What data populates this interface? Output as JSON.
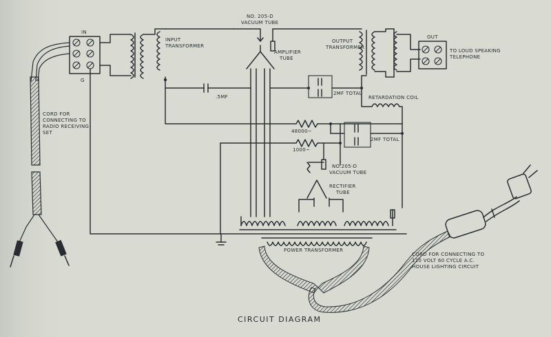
{
  "labels": {
    "vacuum_tube_top_1": "NO. 205-D",
    "vacuum_tube_top_2": "VACUUM TUBE",
    "in": "IN",
    "out": "OUT",
    "input_transformer_1": "INPUT",
    "input_transformer_2": "TRANSFORMER",
    "output_transformer_1": "OUTPUT",
    "output_transformer_2": "TRANSFORMER",
    "amplifier_tube_1": "AMPLIFIER",
    "amplifier_tube_2": "TUBE",
    "loud_speaker_1": "TO LOUD SPEAKING",
    "loud_speaker_2": "TELEPHONE",
    "cap_5mf": ".5MF",
    "cap_2mf_a": "2MF TOTAL",
    "retardation_coil": "RETARDATION COIL",
    "res_48000": "48000~",
    "res_1000": "1000~",
    "cap_2mf_b": "2MF TOTAL",
    "rect_tube_1": "NO.205-D",
    "rect_tube_2": "VACUUM TUBE",
    "rectifier_1": "RECTIFIER",
    "rectifier_2": "TUBE",
    "g_terminal": "G",
    "cord_radio_1": "CORD FOR",
    "cord_radio_2": "CONNECTING TO",
    "cord_radio_3": "RADIO RECEIVING",
    "cord_radio_4": "SET",
    "power_transformer": "POWER TRANSFORMER",
    "cord_house_1": "CORD FOR CONNECTING TO",
    "cord_house_2": "110 VOLT 60 CYCLE A.C.",
    "cord_house_3": "HOUSE LIGHTING CIRCUIT",
    "caption": "CIRCUIT DIAGRAM"
  },
  "colors": {
    "paper": "#d9dbd2",
    "ink": "#2a2c33"
  }
}
